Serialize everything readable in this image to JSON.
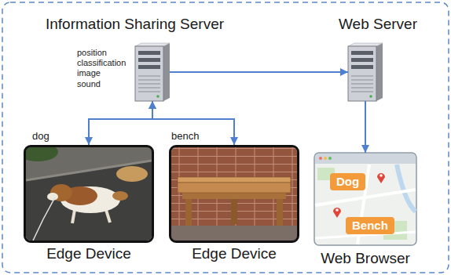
{
  "diagram": {
    "nodes": [
      {
        "text": [
          "Information Sharing Server",
          "position classification image sound"
        ]
      },
      {
        "text": [
          "Web Server"
        ]
      },
      {
        "text": [
          "dog",
          "Edge Device"
        ]
      },
      {
        "text": [
          "bench",
          "Edge Device"
        ]
      },
      {
        "text": [
          "Web Browser"
        ]
      },
      {
        "text": [
          "Dog"
        ],
        "in": 4
      },
      {
        "text": [
          "Bench"
        ],
        "in": 4
      }
    ],
    "edges": [
      {
        "from": 2,
        "to": 0,
        "arrow": "both"
      },
      {
        "from": 3,
        "to": 0,
        "arrow": "both"
      },
      {
        "from": 0,
        "to": 1,
        "arrow": "to"
      },
      {
        "from": 1,
        "to": 4,
        "arrow": "to"
      }
    ]
  }
}
